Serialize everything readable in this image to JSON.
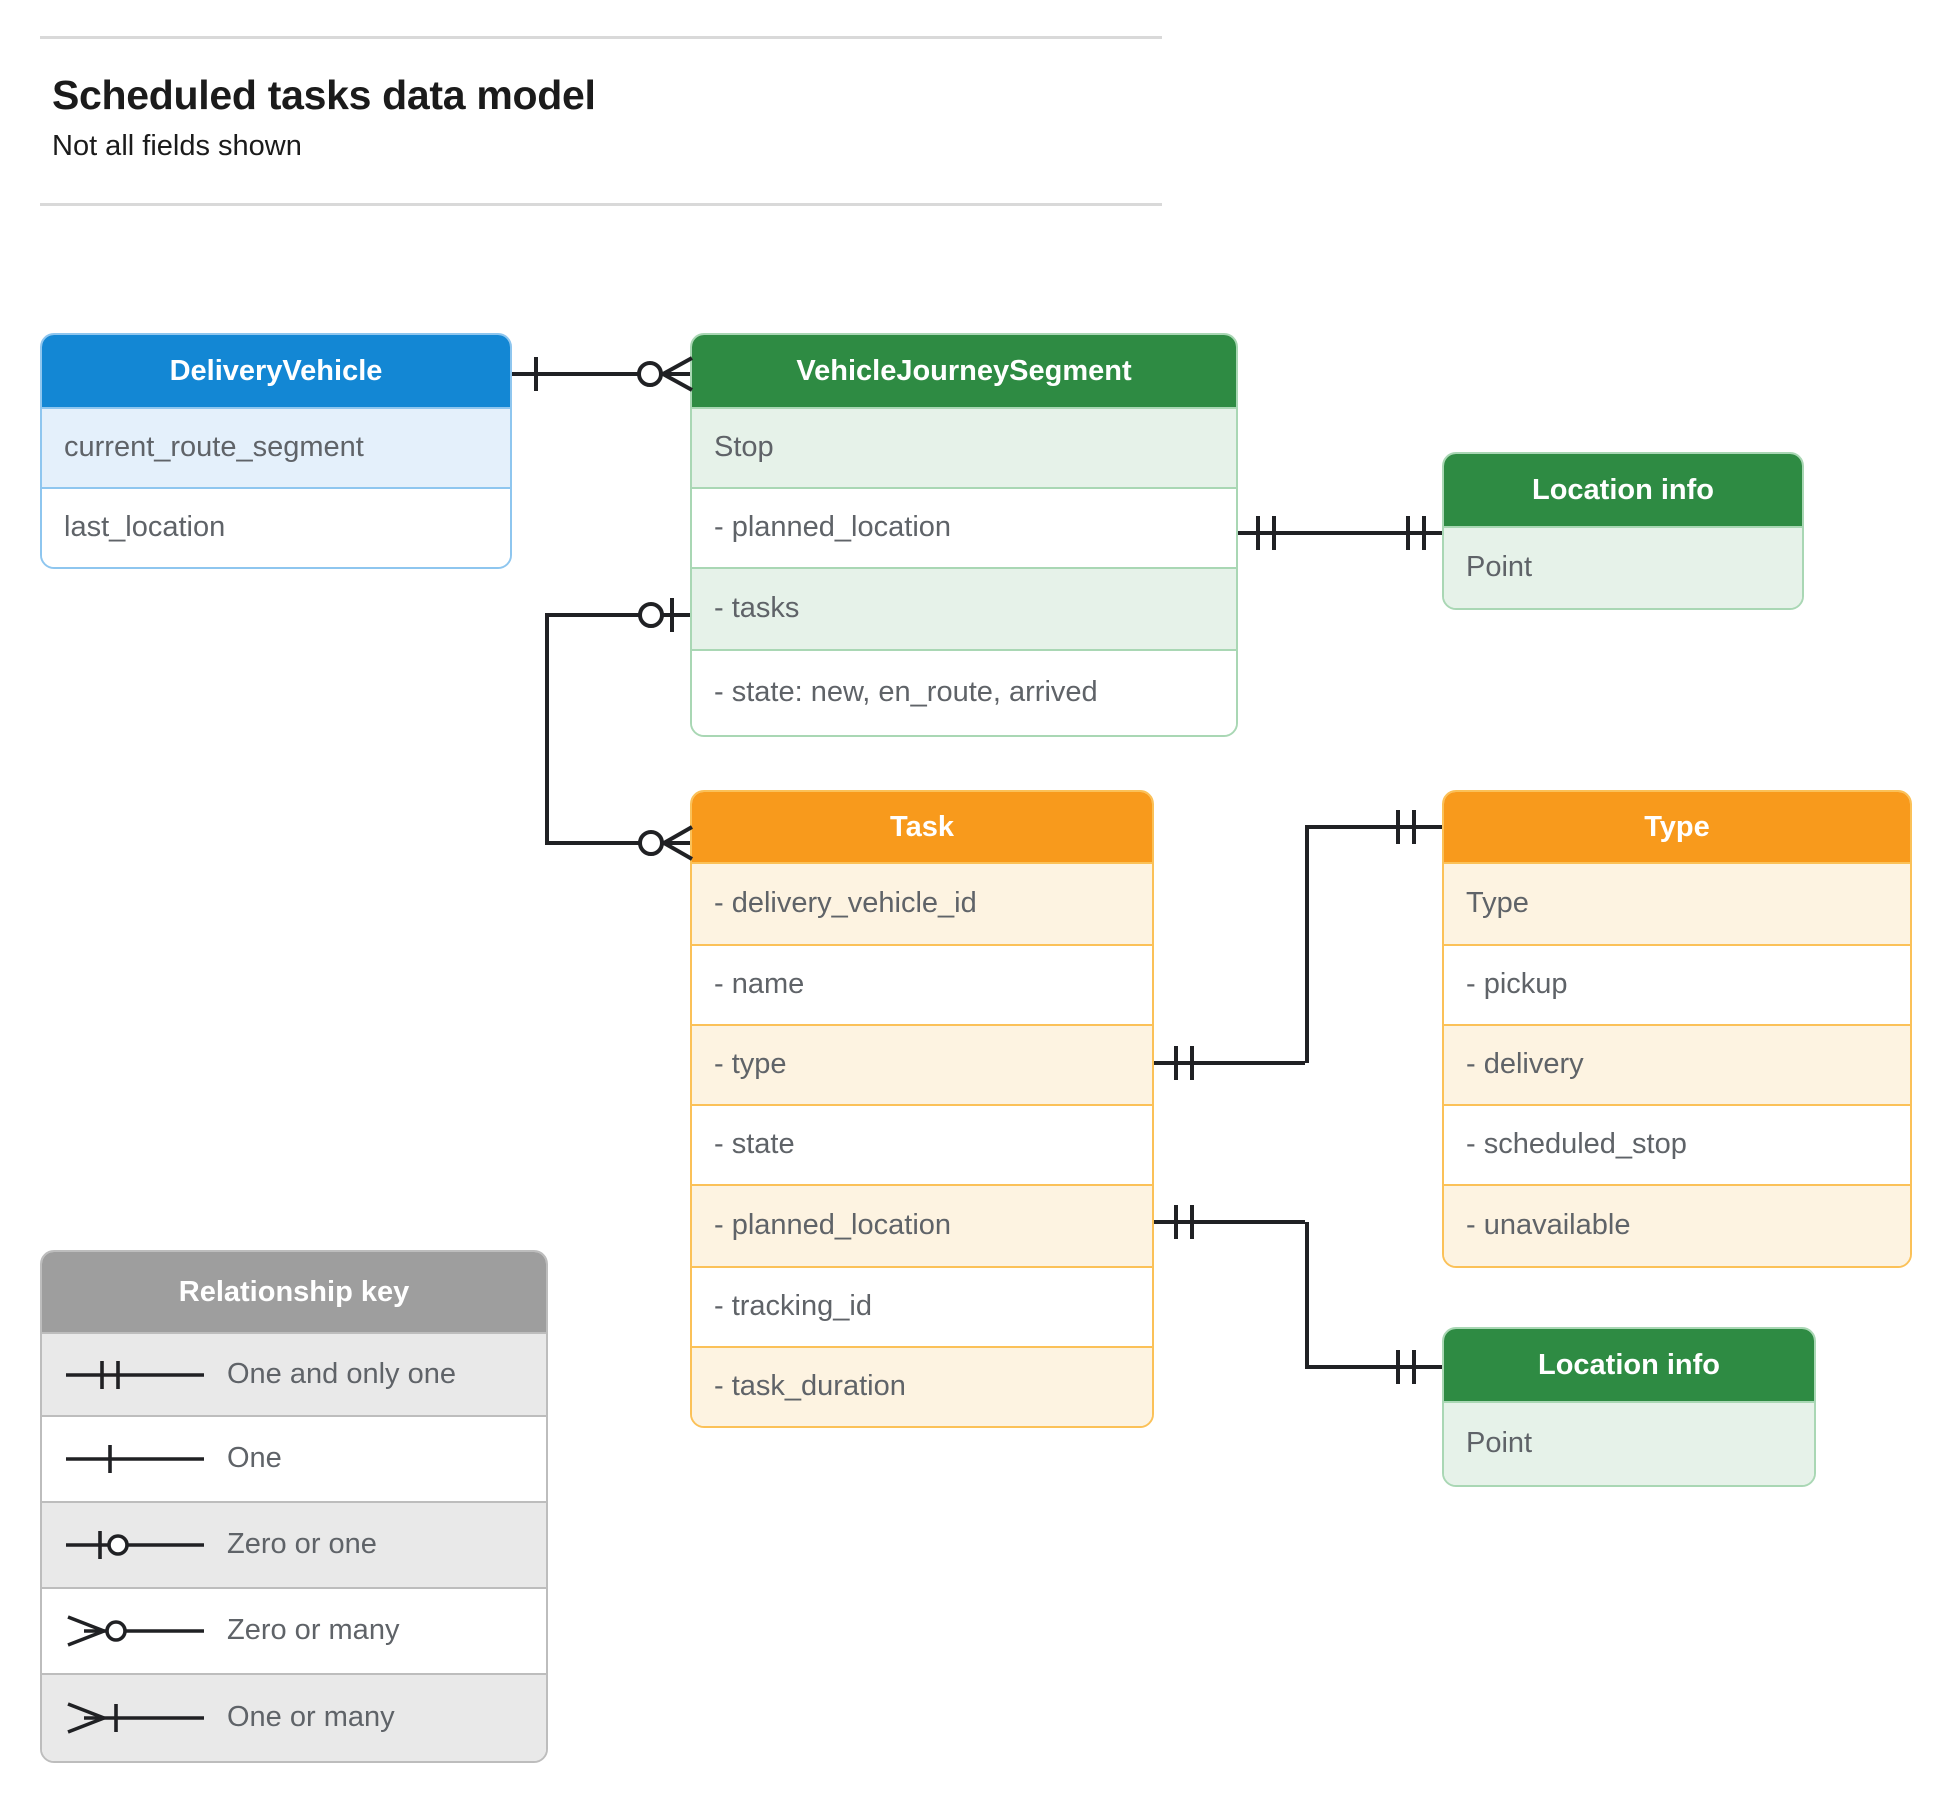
{
  "header": {
    "title": "Scheduled tasks data model",
    "subtitle": "Not all fields shown"
  },
  "entities": {
    "delivery_vehicle": {
      "name": "DeliveryVehicle",
      "color": "#1387d4",
      "rows": [
        "current_route_segment",
        "last_location"
      ]
    },
    "vehicle_journey_segment": {
      "name": "VehicleJourneySegment",
      "color": "#2e8b43",
      "rows": [
        "Stop",
        "-  planned_location",
        "- tasks",
        "- state: new, en_route, arrived"
      ]
    },
    "location_info_top": {
      "name": "Location info",
      "color": "#2e8b43",
      "rows": [
        "Point"
      ]
    },
    "task": {
      "name": "Task",
      "color": "#f89a1c",
      "rows": [
        "- delivery_vehicle_id",
        "- name",
        "- type",
        "- state",
        "- planned_location",
        "- tracking_id",
        "- task_duration"
      ]
    },
    "type": {
      "name": "Type",
      "color": "#f89a1c",
      "rows": [
        "Type",
        "-   pickup",
        "-  delivery",
        "-  scheduled_stop",
        "-  unavailable"
      ]
    },
    "location_info_bottom": {
      "name": "Location info",
      "color": "#2e8b43",
      "rows": [
        "Point"
      ]
    }
  },
  "legend": {
    "title": "Relationship key",
    "color": "#9e9e9e",
    "items": [
      {
        "symbol": "one-and-only-one",
        "label": "One and only one"
      },
      {
        "symbol": "one",
        "label": "One"
      },
      {
        "symbol": "zero-or-one",
        "label": "Zero or one"
      },
      {
        "symbol": "zero-or-many",
        "label": "Zero or many"
      },
      {
        "symbol": "one-or-many",
        "label": "One or many"
      }
    ]
  },
  "relationships": [
    {
      "from": "DeliveryVehicle",
      "from_cardinality": "one",
      "to": "VehicleJourneySegment",
      "to_cardinality": "zero-or-many"
    },
    {
      "from": "VehicleJourneySegment.planned_location",
      "from_cardinality": "one-and-only-one",
      "to": "Location info",
      "to_cardinality": "one-and-only-one"
    },
    {
      "from": "VehicleJourneySegment.tasks",
      "from_cardinality": "zero-or-one",
      "to": "Task",
      "to_cardinality": "zero-or-many"
    },
    {
      "from": "Task.type",
      "from_cardinality": "one-and-only-one",
      "to": "Type",
      "to_cardinality": "one-and-only-one"
    },
    {
      "from": "Task.planned_location",
      "from_cardinality": "one-and-only-one",
      "to": "Location info",
      "to_cardinality": "one-and-only-one"
    }
  ],
  "colors": {
    "blue": "#1387d4",
    "green": "#2e8b43",
    "orange": "#f89a1c",
    "grey": "#9e9e9e",
    "line": "#202124",
    "text": "#5f6368",
    "rule": "#d9d9d9"
  }
}
